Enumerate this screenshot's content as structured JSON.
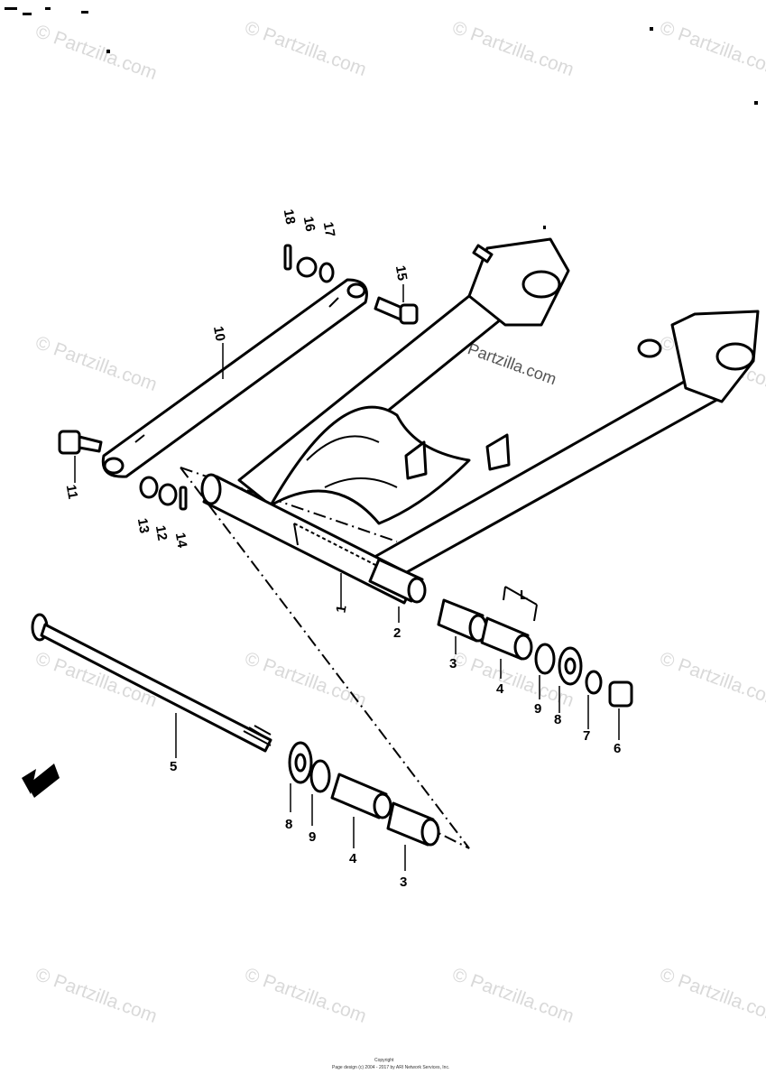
{
  "watermark": {
    "text": "© Partzilla.com"
  },
  "callouts": {
    "c1": "1",
    "c2": "2",
    "c3a": "3",
    "c3b": "3",
    "c4a": "4",
    "c4b": "4",
    "c5": "5",
    "c6": "6",
    "c7": "7",
    "c8a": "8",
    "c8b": "8",
    "c9a": "9",
    "c9b": "9",
    "c10": "10",
    "c11": "11",
    "c12": "12",
    "c13": "13",
    "c14": "14",
    "c15": "15",
    "c16": "16",
    "c17": "17",
    "c18": "18",
    "dim_L": "L"
  },
  "footer": {
    "line1": "Copyright",
    "line2": "Page design (c) 2004 - 2017 by ARI Network Services, Inc."
  }
}
